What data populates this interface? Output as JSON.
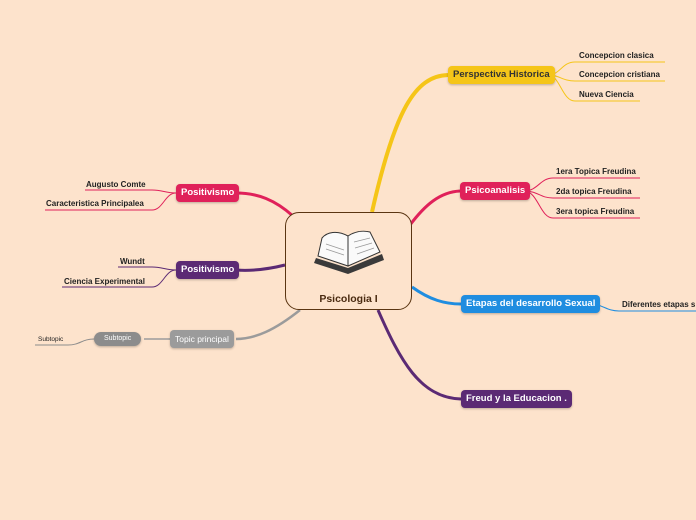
{
  "central": {
    "title": "Psicologia I",
    "icon": "open-book-icon"
  },
  "right": {
    "perspectiva": {
      "label": "Perspectiva Historica",
      "color": "#f5c518",
      "text_color": "#333333",
      "children": [
        "Concepcion clasica",
        "Concepcion cristiana",
        "Nueva Ciencia"
      ]
    },
    "psicoanalisis": {
      "label": "Psicoanalisis",
      "color": "#e0215a",
      "text_color": "#ffffff",
      "children": [
        "1era Topica Freudina",
        "2da topica Freudina",
        "3era topica Freudina"
      ]
    },
    "etapas": {
      "label": "Etapas del desarrollo Sexual",
      "color": "#1f8de0",
      "text_color": "#ffffff",
      "children": [
        "Diferentes etapas s"
      ]
    },
    "freud": {
      "label": "Freud y la Educacion .",
      "color": "#5b2a74",
      "text_color": "#ffffff",
      "children": []
    }
  },
  "left": {
    "positivismo1": {
      "label": "Positivismo",
      "color": "#e0215a",
      "text_color": "#ffffff",
      "children": [
        "Augusto Comte",
        "Caracteristica Principalea"
      ]
    },
    "positivismo2": {
      "label": "Positivismo",
      "color": "#5b2a74",
      "text_color": "#ffffff",
      "children": [
        "Wundt",
        "Ciencia Experimental"
      ]
    },
    "topic": {
      "label": "Topic principal",
      "color": "#9b9b9b",
      "text_color": "#ffffff",
      "subtopic": {
        "label": "Subtopic",
        "color": "#8c8c8c",
        "children": [
          "Subtopic"
        ]
      }
    }
  }
}
